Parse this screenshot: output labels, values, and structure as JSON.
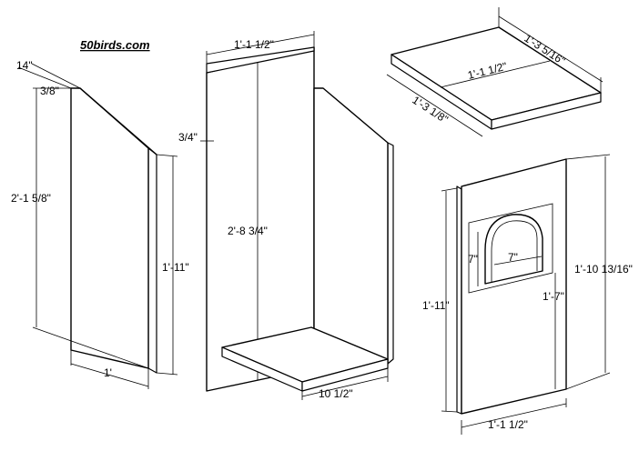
{
  "site": "50birds.com",
  "labels": {
    "side_top": "14\"",
    "side_inset": "3/8\"",
    "side_height": "2'-1 5/8\"",
    "side_front": "1'-11\"",
    "side_width": "1'",
    "back_width": "1'-1 1/2\"",
    "back_thick": "3/4\"",
    "back_height": "2'-8 3/4\"",
    "floor_width": "10 1/2\"",
    "roof_width": "1'-3 5/16\"",
    "roof_mid": "1'-1 1/2\"",
    "roof_depth": "1'-3 1/8\"",
    "front_height": "1'-10 13/16\"",
    "front_left": "1'-11\"",
    "front_hole_h": "7\"",
    "front_hole_w": "7\"",
    "front_to_hole": "1'-7\"",
    "front_width": "1'-1 1/2\""
  }
}
